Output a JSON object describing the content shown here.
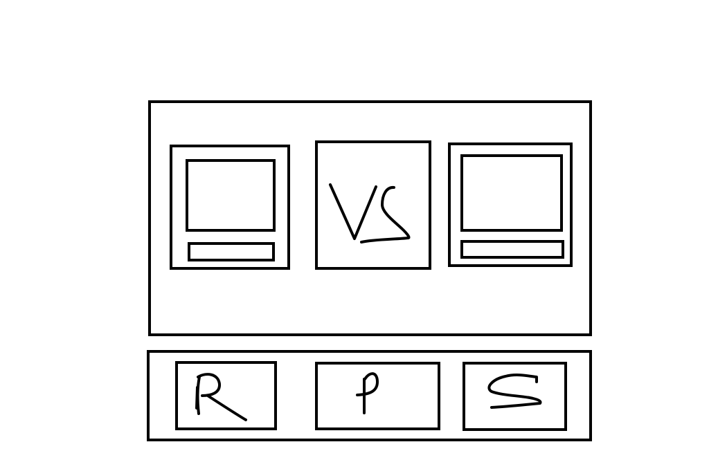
{
  "arena": {
    "player": {
      "name": "player-card"
    },
    "versus": {
      "label": "VS"
    },
    "opponent": {
      "name": "opponent-card"
    }
  },
  "controls": {
    "buttons": [
      {
        "label": "R",
        "icon": "rock-letter-icon"
      },
      {
        "label": "P",
        "icon": "paper-letter-icon"
      },
      {
        "label": "S",
        "icon": "scissors-letter-icon"
      }
    ]
  },
  "colors": {
    "ink": "#000000",
    "background": "#ffffff"
  }
}
